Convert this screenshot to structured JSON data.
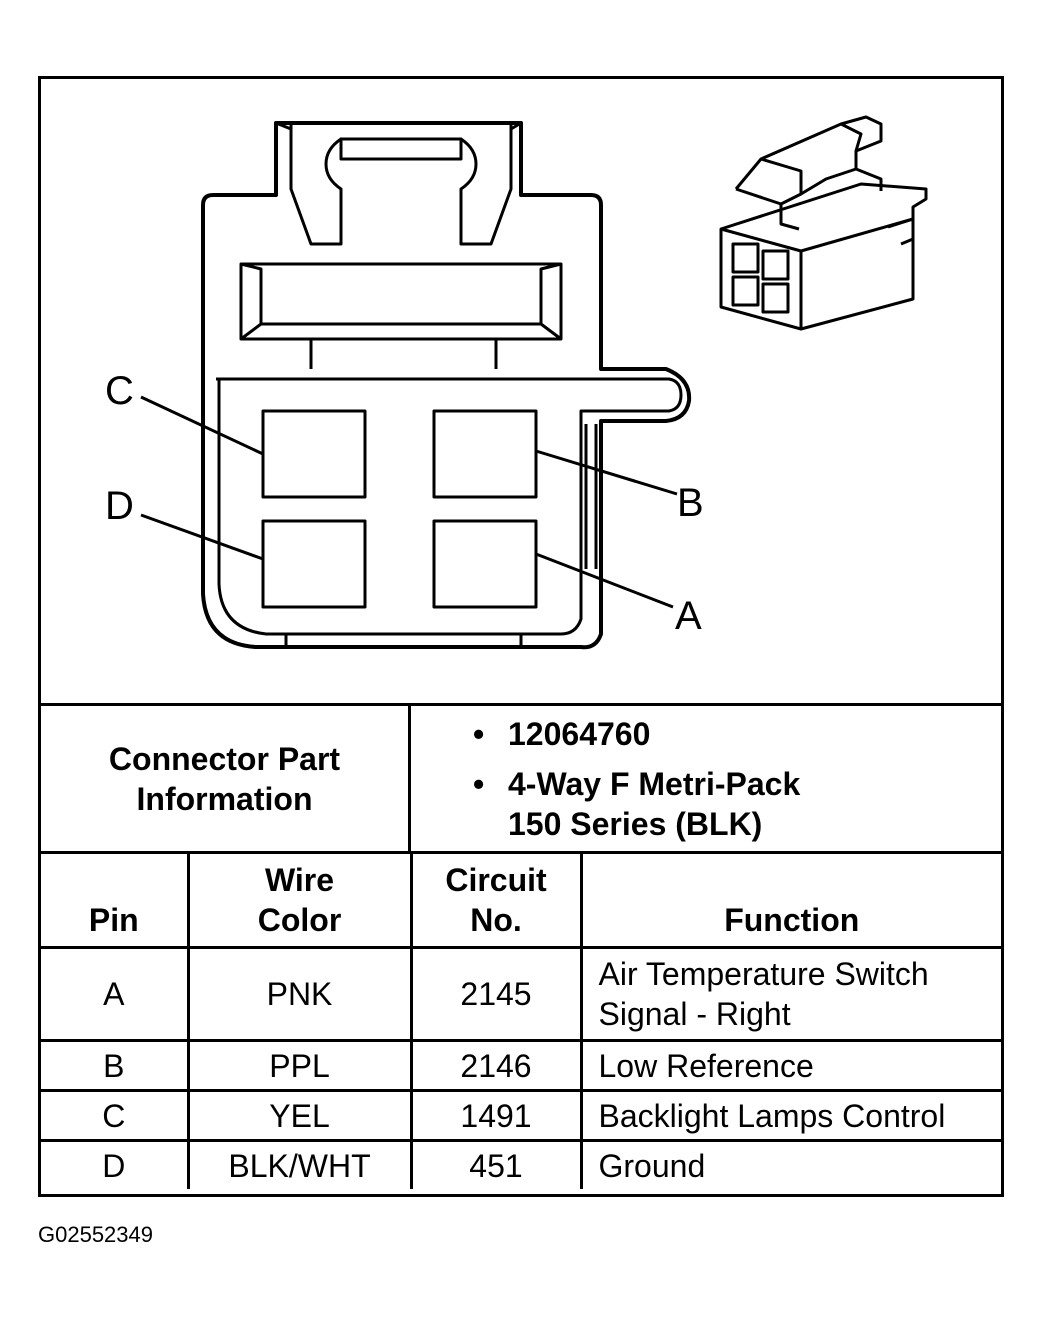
{
  "diagram": {
    "pin_labels": [
      "A",
      "B",
      "C",
      "D"
    ],
    "icon": "connector-3d-icon"
  },
  "connector_info": {
    "label_line1": "Connector Part",
    "label_line2": "Information",
    "part_number": "12064760",
    "description_line1": "4-Way F Metri-Pack",
    "description_line2": "150 Series (BLK)"
  },
  "table": {
    "headers": {
      "pin": "Pin",
      "wire_color_line1": "Wire",
      "wire_color_line2": "Color",
      "circuit_line1": "Circuit",
      "circuit_line2": "No.",
      "function": "Function"
    },
    "rows": [
      {
        "pin": "A",
        "wire_color": "PNK",
        "circuit": "2145",
        "function_line1": "Air Temperature Switch",
        "function_line2": "Signal - Right"
      },
      {
        "pin": "B",
        "wire_color": "PPL",
        "circuit": "2146",
        "function_line1": "Low Reference",
        "function_line2": ""
      },
      {
        "pin": "C",
        "wire_color": "YEL",
        "circuit": "1491",
        "function_line1": "Backlight Lamps Control",
        "function_line2": ""
      },
      {
        "pin": "D",
        "wire_color": "BLK/WHT",
        "circuit": "451",
        "function_line1": "Ground",
        "function_line2": ""
      }
    ]
  },
  "figure_id": "G02552349"
}
